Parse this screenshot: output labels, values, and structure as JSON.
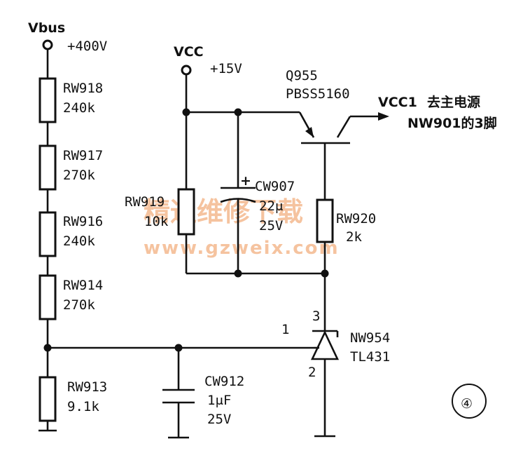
{
  "figure_number": "④",
  "nets": {
    "vbus": {
      "name": "Vbus",
      "voltage": "+400V"
    },
    "vcc": {
      "name": "VCC",
      "voltage": "+15V"
    },
    "vcc1": {
      "name": "VCC1",
      "note_line1": "去主电源",
      "note_line2": "NW901的3脚"
    }
  },
  "components": {
    "rw918": {
      "ref": "RW918",
      "value": "240k"
    },
    "rw917": {
      "ref": "RW917",
      "value": "270k"
    },
    "rw916": {
      "ref": "RW916",
      "value": "240k"
    },
    "rw914": {
      "ref": "RW914",
      "value": "270k"
    },
    "rw913": {
      "ref": "RW913",
      "value": "9.1k"
    },
    "rw919": {
      "ref": "RW919",
      "value": "10k"
    },
    "rw920": {
      "ref": "RW920",
      "value": "2k"
    },
    "cw907": {
      "ref": "CW907",
      "value": "22μ",
      "voltage": "25V",
      "polarity": "+"
    },
    "cw912": {
      "ref": "CW912",
      "value": "1μF",
      "voltage": "25V"
    },
    "q955": {
      "ref": "Q955",
      "part": "PBSS5160"
    },
    "nw954": {
      "ref": "NW954",
      "part": "TL431",
      "pin1": "1",
      "pin2": "2",
      "pin3": "3"
    }
  },
  "watermark": {
    "text_cn": "精通维修下载",
    "url": "www.gzweix.com"
  }
}
